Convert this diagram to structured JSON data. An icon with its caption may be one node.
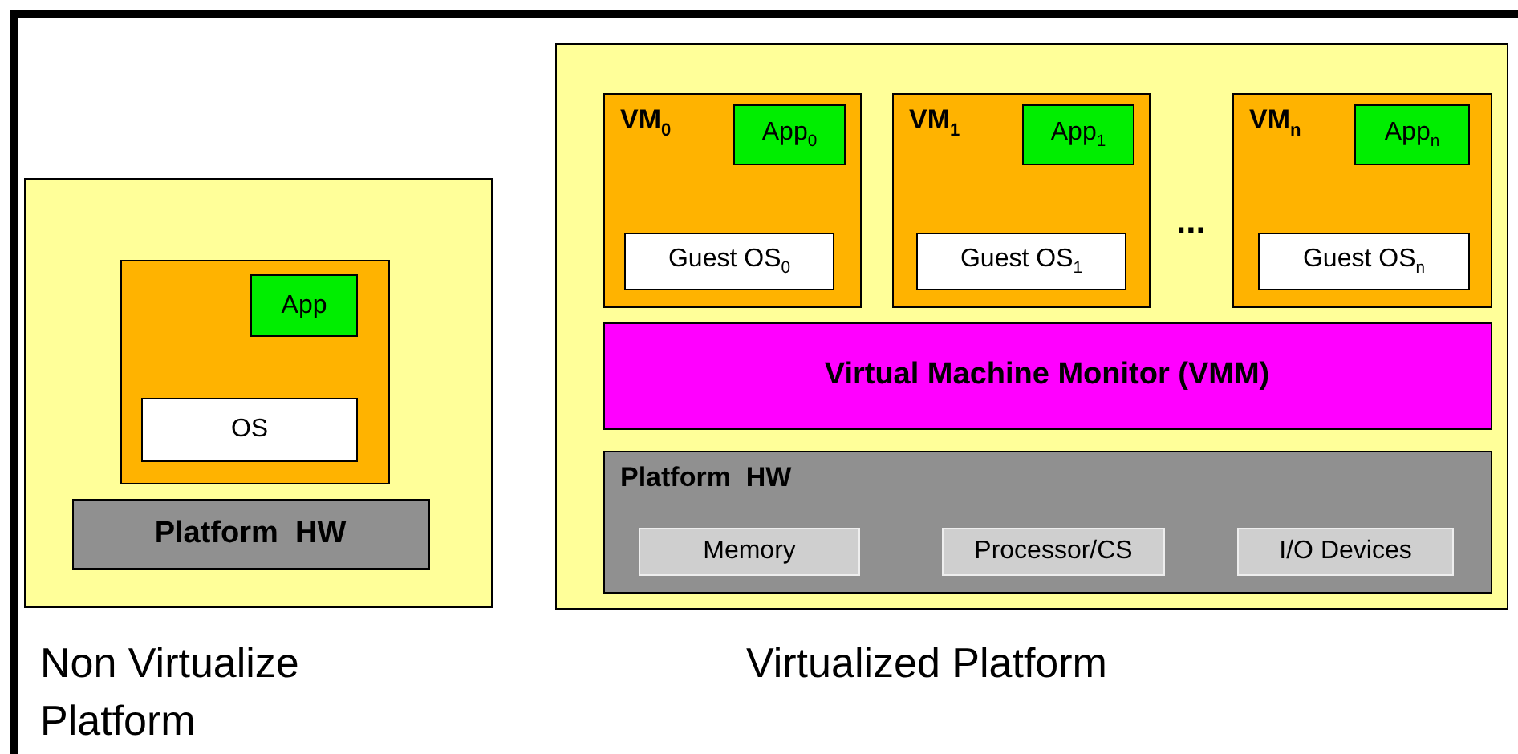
{
  "diagram": {
    "nodes": [
      {
        "text": [],
        "shape": "box",
        "beside": [
          "Non Virtualize Platform"
        ]
      },
      {
        "text": [],
        "shape": "box",
        "in": 0
      },
      {
        "text": [
          "App"
        ],
        "in": 1
      },
      {
        "text": [
          "OS"
        ],
        "in": 1
      },
      {
        "text": [
          "Platform  HW"
        ],
        "in": 0
      },
      {
        "text": [],
        "shape": "box",
        "beside": [
          "Virtualized Platform"
        ]
      },
      {
        "text": [
          "VM$_{0}$"
        ],
        "in": 5
      },
      {
        "text": [
          "App$_{0}$"
        ],
        "in": 6
      },
      {
        "text": [
          "Guest OS$_{0}$"
        ],
        "in": 6
      },
      {
        "text": [
          "VM$_{1}$"
        ],
        "in": 5
      },
      {
        "text": [
          "App$_{1}$"
        ],
        "in": 9
      },
      {
        "text": [
          "Guest OS$_{1}$"
        ],
        "in": 9
      },
      {
        "text": [
          "VM$_{n}$"
        ],
        "in": 5
      },
      {
        "text": [
          "App$_{n}$"
        ],
        "in": 12
      },
      {
        "text": [
          "Guest OS$_{n}$"
        ],
        "in": 12
      },
      {
        "text": [
          "Virtual Machine Monitor (VMM)"
        ],
        "in": 5
      },
      {
        "text": [
          "Platform  HW"
        ],
        "in": 5
      },
      {
        "text": [
          "Memory"
        ],
        "in": 16
      },
      {
        "text": [
          "Processor/CS"
        ],
        "in": 16
      },
      {
        "text": [
          "I/O Devices"
        ],
        "in": 16
      }
    ],
    "edges": [],
    "labels": [
      "..."
    ]
  }
}
